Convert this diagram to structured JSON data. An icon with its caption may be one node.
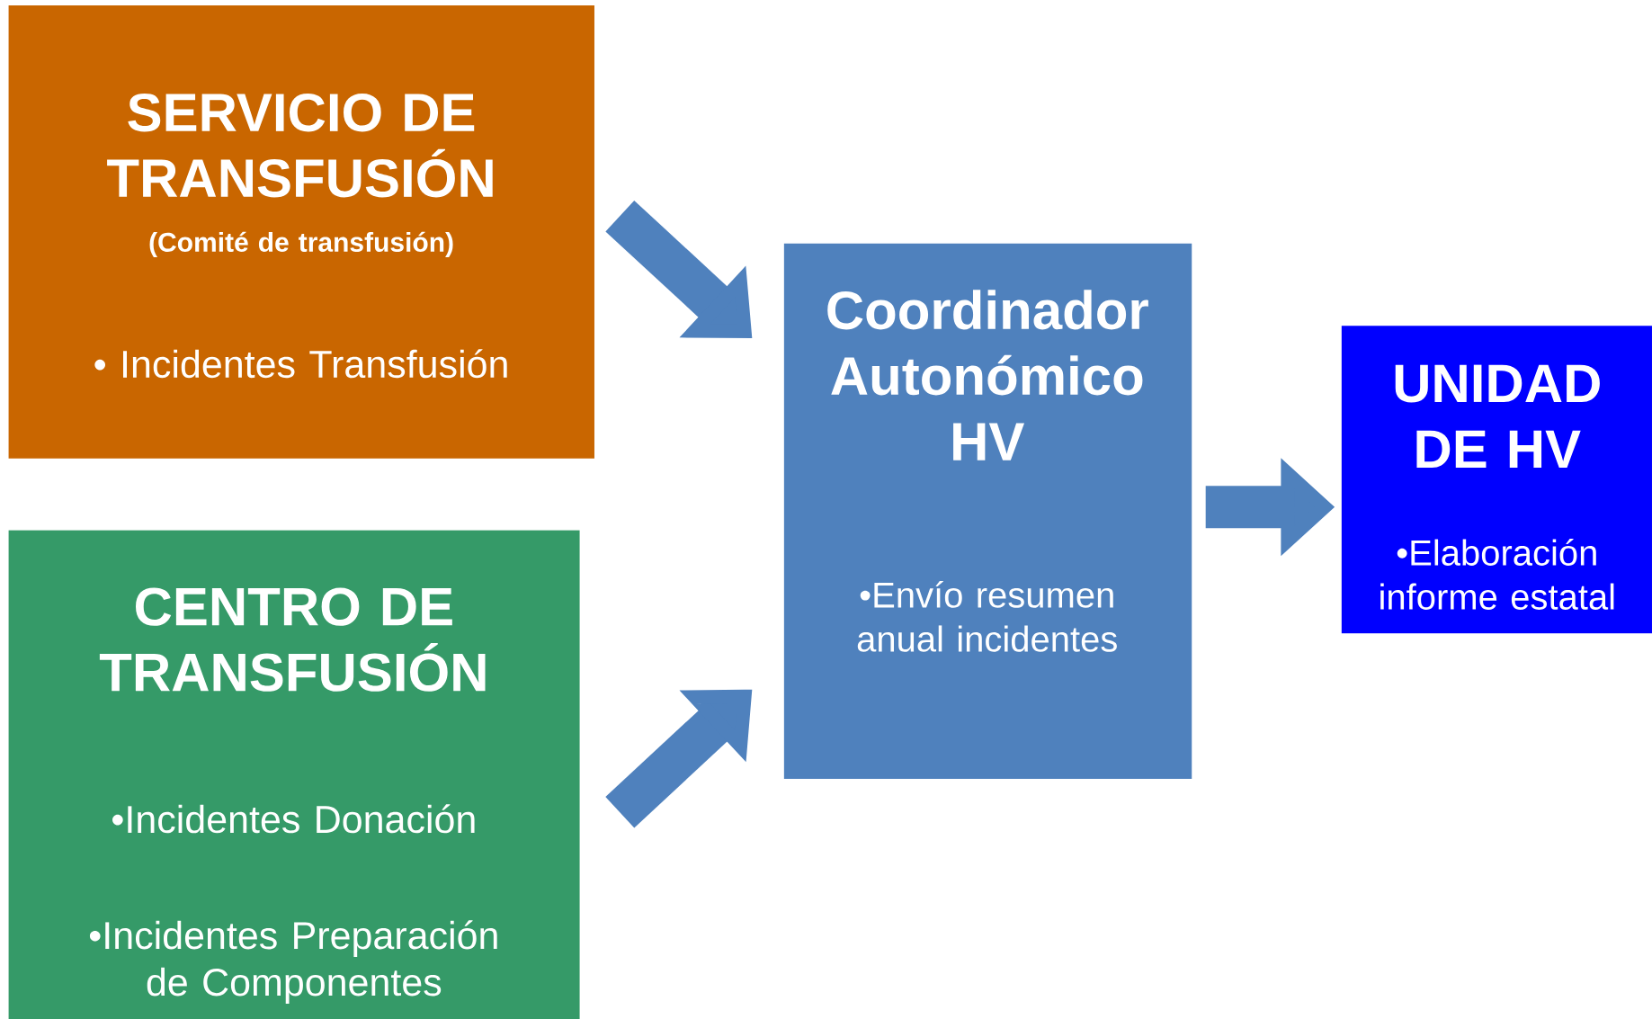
{
  "diagram": {
    "nodes": [
      {
        "text": [
          "SERVICIO DE TRANSFUSIÓN",
          "(Comité de transfusión)",
          "• Incidentes Transfusión"
        ]
      },
      {
        "text": [
          "CENTRO DE TRANSFUSIÓN",
          "•Incidentes Donación",
          "•Incidentes Preparación de Componentes"
        ]
      },
      {
        "text": [
          "Coordinador Autonómico HV",
          "•Envío resumen anual  incidentes"
        ]
      },
      {
        "text": [
          "UNIDAD DE HV",
          "•Elaboración informe estatal"
        ]
      }
    ],
    "edges": [
      {
        "from": 0,
        "to": 2,
        "arrow": "to"
      },
      {
        "from": 1,
        "to": 2,
        "arrow": "to"
      },
      {
        "from": 2,
        "to": 3,
        "arrow": "to"
      }
    ]
  }
}
